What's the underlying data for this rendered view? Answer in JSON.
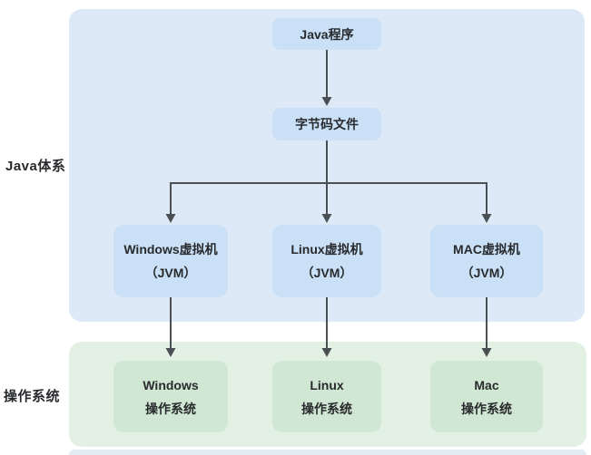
{
  "labels": {
    "java_system": "Java体系",
    "os": "操作系统"
  },
  "nodes": {
    "java_program": {
      "label": "Java程序"
    },
    "bytecode": {
      "label": "字节码文件"
    },
    "jvm_windows": {
      "line1": "Windows虚拟机",
      "line2": "（JVM）"
    },
    "jvm_linux": {
      "line1": "Linux虚拟机",
      "line2": "（JVM）"
    },
    "jvm_mac": {
      "line1": "MAC虚拟机",
      "line2": "（JVM）"
    },
    "os_windows": {
      "line1": "Windows",
      "line2": "操作系统"
    },
    "os_linux": {
      "line1": "Linux",
      "line2": "操作系统"
    },
    "os_mac": {
      "line1": "Mac",
      "line2": "操作系统"
    }
  },
  "colors": {
    "blue_panel": "#dde9f6",
    "blue_node": "#c9e0f6",
    "green_panel": "#e3f0e4",
    "green_node": "#d0e7d3",
    "arrow": "#4b5054",
    "text": "#282a2d",
    "strip": "#e3ebf5"
  }
}
